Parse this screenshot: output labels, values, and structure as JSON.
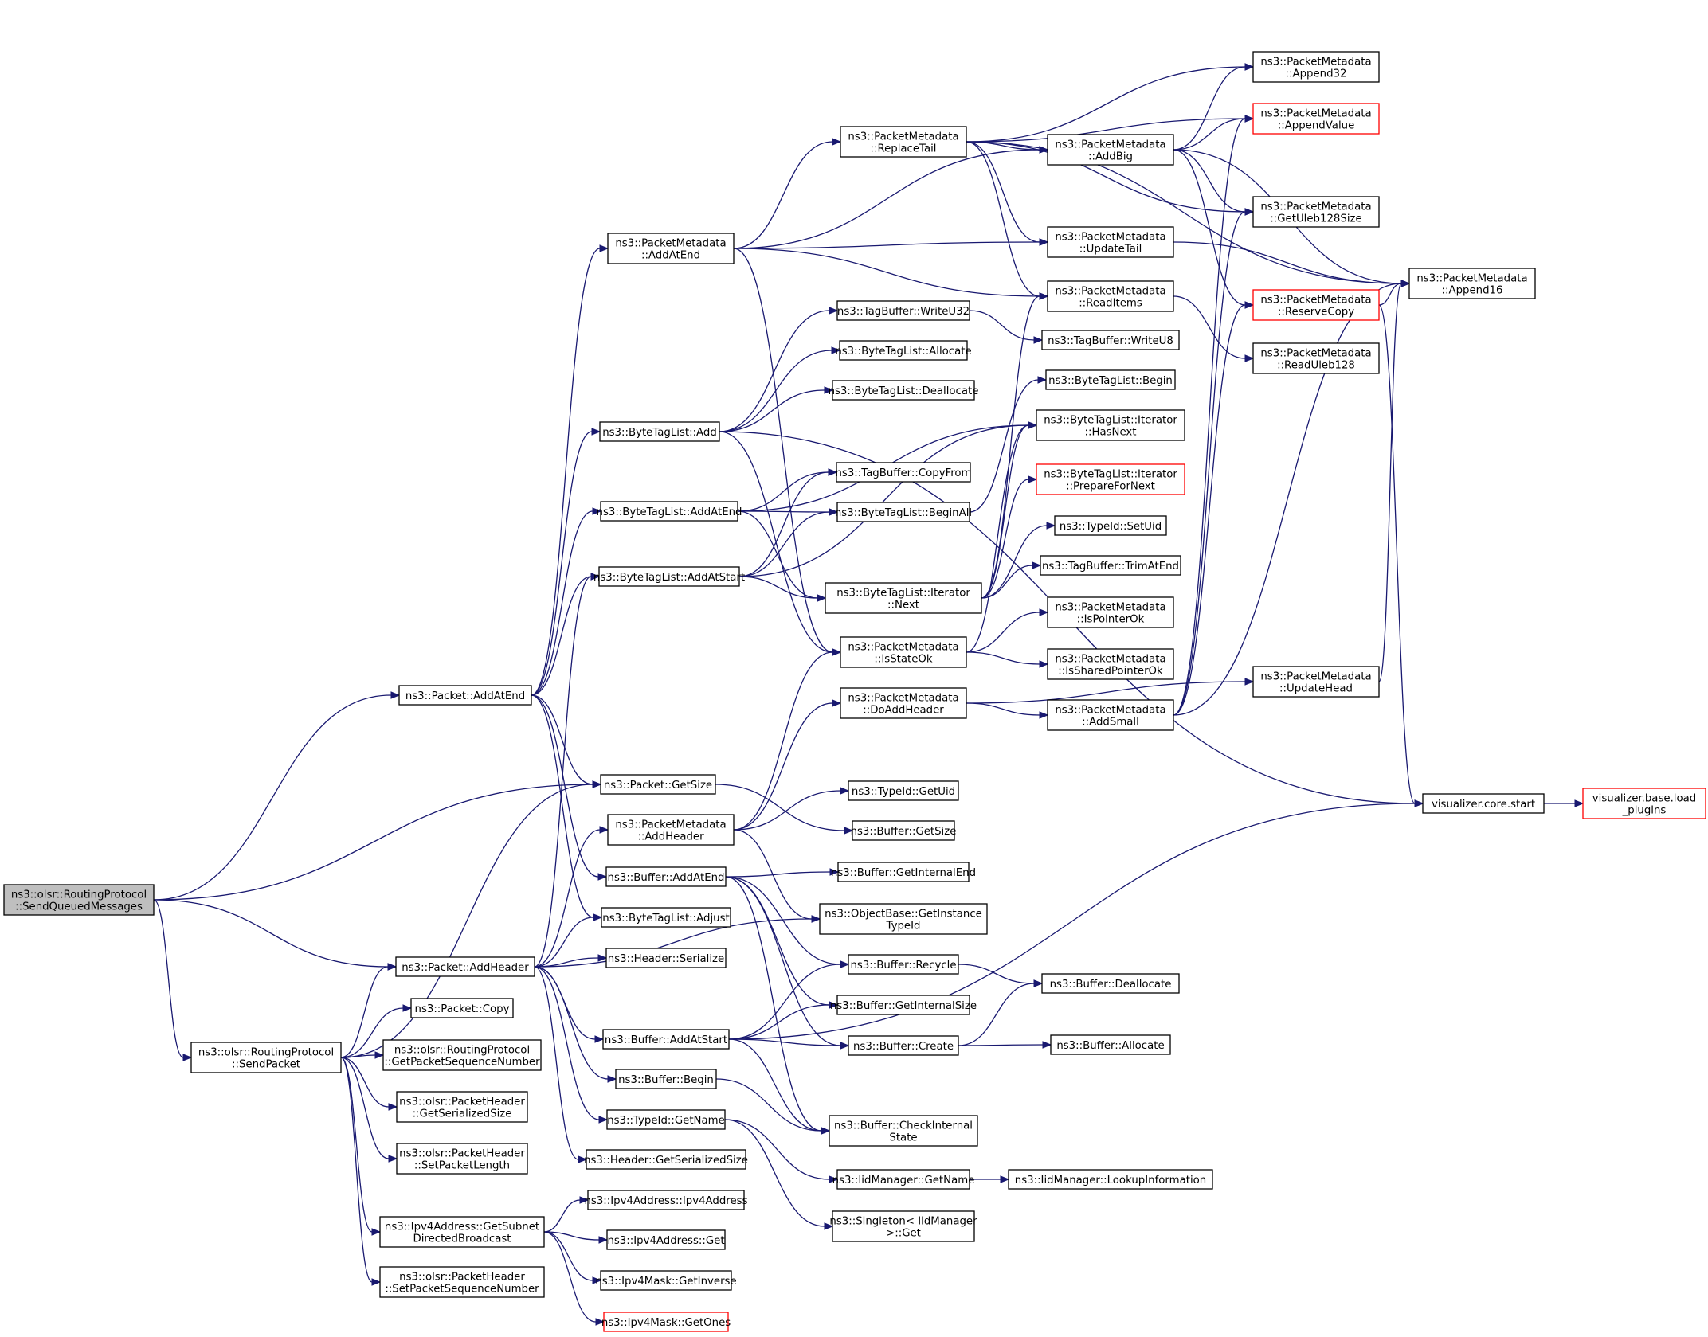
{
  "nodes": [
    {
      "id": "root",
      "lines": [
        "ns3::olsr::RoutingProtocol",
        "::SendQueuedMessages"
      ],
      "style": "root"
    },
    {
      "id": "sendpacket",
      "lines": [
        "ns3::olsr::RoutingProtocol",
        "::SendPacket"
      ],
      "style": "normal"
    },
    {
      "id": "pkt_addatend",
      "lines": [
        "ns3::Packet::AddAtEnd"
      ],
      "style": "normal"
    },
    {
      "id": "pkt_getsize",
      "lines": [
        "ns3::Packet::GetSize"
      ],
      "style": "normal"
    },
    {
      "id": "pkt_addheader",
      "lines": [
        "ns3::Packet::AddHeader"
      ],
      "style": "normal"
    },
    {
      "id": "pkt_copy",
      "lines": [
        "ns3::Packet::Copy"
      ],
      "style": "normal"
    },
    {
      "id": "getpktseq",
      "lines": [
        "ns3::olsr::RoutingProtocol",
        "::GetPacketSequenceNumber"
      ],
      "style": "normal"
    },
    {
      "id": "ph_getser",
      "lines": [
        "ns3::olsr::PacketHeader",
        "::GetSerializedSize"
      ],
      "style": "normal"
    },
    {
      "id": "ph_setlen",
      "lines": [
        "ns3::olsr::PacketHeader",
        "::SetPacketLength"
      ],
      "style": "normal"
    },
    {
      "id": "ipv4_subnet",
      "lines": [
        "ns3::Ipv4Address::GetSubnet",
        "DirectedBroadcast"
      ],
      "style": "normal"
    },
    {
      "id": "ph_setseq",
      "lines": [
        "ns3::olsr::PacketHeader",
        "::SetPacketSequenceNumber"
      ],
      "style": "normal"
    },
    {
      "id": "pm_addatend",
      "lines": [
        "ns3::PacketMetadata",
        "::AddAtEnd"
      ],
      "style": "normal"
    },
    {
      "id": "btl_add",
      "lines": [
        "ns3::ByteTagList::Add"
      ],
      "style": "normal"
    },
    {
      "id": "btl_addatend",
      "lines": [
        "ns3::ByteTagList::AddAtEnd"
      ],
      "style": "normal"
    },
    {
      "id": "btl_addatstart",
      "lines": [
        "ns3::ByteTagList::AddAtStart"
      ],
      "style": "normal"
    },
    {
      "id": "pm_addheader",
      "lines": [
        "ns3::PacketMetadata",
        "::AddHeader"
      ],
      "style": "normal"
    },
    {
      "id": "buf_addatend",
      "lines": [
        "ns3::Buffer::AddAtEnd"
      ],
      "style": "normal"
    },
    {
      "id": "btl_adjust",
      "lines": [
        "ns3::ByteTagList::Adjust"
      ],
      "style": "normal"
    },
    {
      "id": "hdr_serialize",
      "lines": [
        "ns3::Header::Serialize"
      ],
      "style": "normal"
    },
    {
      "id": "buf_addatstart",
      "lines": [
        "ns3::Buffer::AddAtStart"
      ],
      "style": "normal"
    },
    {
      "id": "buf_begin",
      "lines": [
        "ns3::Buffer::Begin"
      ],
      "style": "normal"
    },
    {
      "id": "typeid_getname",
      "lines": [
        "ns3::TypeId::GetName"
      ],
      "style": "normal"
    },
    {
      "id": "hdr_getser",
      "lines": [
        "ns3::Header::GetSerializedSize"
      ],
      "style": "normal"
    },
    {
      "id": "ipv4_ctor",
      "lines": [
        "ns3::Ipv4Address::Ipv4Address"
      ],
      "style": "normal"
    },
    {
      "id": "ipv4_get",
      "lines": [
        "ns3::Ipv4Address::Get"
      ],
      "style": "normal"
    },
    {
      "id": "mask_inverse",
      "lines": [
        "ns3::Ipv4Mask::GetInverse"
      ],
      "style": "normal"
    },
    {
      "id": "mask_ones",
      "lines": [
        "ns3::Ipv4Mask::GetOnes"
      ],
      "style": "red"
    },
    {
      "id": "pm_replacetail",
      "lines": [
        "ns3::PacketMetadata",
        "::ReplaceTail"
      ],
      "style": "normal"
    },
    {
      "id": "tb_writeu32",
      "lines": [
        "ns3::TagBuffer::WriteU32"
      ],
      "style": "normal"
    },
    {
      "id": "btl_allocate",
      "lines": [
        "ns3::ByteTagList::Allocate"
      ],
      "style": "normal"
    },
    {
      "id": "btl_deallocate",
      "lines": [
        "ns3::ByteTagList::Deallocate"
      ],
      "style": "normal"
    },
    {
      "id": "tb_copyfrom",
      "lines": [
        "ns3::TagBuffer::CopyFrom"
      ],
      "style": "normal"
    },
    {
      "id": "btl_beginall",
      "lines": [
        "ns3::ByteTagList::BeginAll"
      ],
      "style": "normal"
    },
    {
      "id": "btli_next",
      "lines": [
        "ns3::ByteTagList::Iterator",
        "::Next"
      ],
      "style": "normal"
    },
    {
      "id": "pm_isstateok",
      "lines": [
        "ns3::PacketMetadata",
        "::IsStateOk"
      ],
      "style": "normal"
    },
    {
      "id": "pm_doaddheader",
      "lines": [
        "ns3::PacketMetadata",
        "::DoAddHeader"
      ],
      "style": "normal"
    },
    {
      "id": "typeid_getuid",
      "lines": [
        "ns3::TypeId::GetUid"
      ],
      "style": "normal"
    },
    {
      "id": "buf_getsize",
      "lines": [
        "ns3::Buffer::GetSize"
      ],
      "style": "normal"
    },
    {
      "id": "buf_getinternalend",
      "lines": [
        "ns3::Buffer::GetInternalEnd"
      ],
      "style": "normal"
    },
    {
      "id": "ob_getinstancetypeid",
      "lines": [
        "ns3::ObjectBase::GetInstance",
        "TypeId"
      ],
      "style": "normal"
    },
    {
      "id": "buf_recycle",
      "lines": [
        "ns3::Buffer::Recycle"
      ],
      "style": "normal"
    },
    {
      "id": "buf_getinternalsize",
      "lines": [
        "ns3::Buffer::GetInternalSize"
      ],
      "style": "normal"
    },
    {
      "id": "buf_create",
      "lines": [
        "ns3::Buffer::Create"
      ],
      "style": "normal"
    },
    {
      "id": "buf_checkinternal",
      "lines": [
        "ns3::Buffer::CheckInternal",
        "State"
      ],
      "style": "normal"
    },
    {
      "id": "iid_getname",
      "lines": [
        "ns3::IidManager::GetName"
      ],
      "style": "normal"
    },
    {
      "id": "singleton_get",
      "lines": [
        "ns3::Singleton< IidManager",
        ">::Get"
      ],
      "style": "normal"
    },
    {
      "id": "pm_addbig",
      "lines": [
        "ns3::PacketMetadata",
        "::AddBig"
      ],
      "style": "normal"
    },
    {
      "id": "pm_updatetail",
      "lines": [
        "ns3::PacketMetadata",
        "::UpdateTail"
      ],
      "style": "normal"
    },
    {
      "id": "pm_readitems",
      "lines": [
        "ns3::PacketMetadata",
        "::ReadItems"
      ],
      "style": "normal"
    },
    {
      "id": "tb_writeu8",
      "lines": [
        "ns3::TagBuffer::WriteU8"
      ],
      "style": "normal"
    },
    {
      "id": "btl_begin",
      "lines": [
        "ns3::ByteTagList::Begin"
      ],
      "style": "normal"
    },
    {
      "id": "btli_hasnext",
      "lines": [
        "ns3::ByteTagList::Iterator",
        "::HasNext"
      ],
      "style": "normal"
    },
    {
      "id": "btli_preparefornext",
      "lines": [
        "ns3::ByteTagList::Iterator",
        "::PrepareForNext"
      ],
      "style": "red"
    },
    {
      "id": "typeid_setuid",
      "lines": [
        "ns3::TypeId::SetUid"
      ],
      "style": "normal"
    },
    {
      "id": "tb_trimatend",
      "lines": [
        "ns3::TagBuffer::TrimAtEnd"
      ],
      "style": "normal"
    },
    {
      "id": "pm_ispointerok",
      "lines": [
        "ns3::PacketMetadata",
        "::IsPointerOk"
      ],
      "style": "normal"
    },
    {
      "id": "pm_issharedpointerok",
      "lines": [
        "ns3::PacketMetadata",
        "::IsSharedPointerOk"
      ],
      "style": "normal"
    },
    {
      "id": "pm_addsmall",
      "lines": [
        "ns3::PacketMetadata",
        "::AddSmall"
      ],
      "style": "normal"
    },
    {
      "id": "buf_deallocate",
      "lines": [
        "ns3::Buffer::Deallocate"
      ],
      "style": "normal"
    },
    {
      "id": "buf_allocate",
      "lines": [
        "ns3::Buffer::Allocate"
      ],
      "style": "normal"
    },
    {
      "id": "iid_lookup",
      "lines": [
        "ns3::IidManager::LookupInformation"
      ],
      "style": "normal"
    },
    {
      "id": "pm_append32",
      "lines": [
        "ns3::PacketMetadata",
        "::Append32"
      ],
      "style": "normal"
    },
    {
      "id": "pm_appendvalue",
      "lines": [
        "ns3::PacketMetadata",
        "::AppendValue"
      ],
      "style": "red"
    },
    {
      "id": "pm_getuleb",
      "lines": [
        "ns3::PacketMetadata",
        "::GetUleb128Size"
      ],
      "style": "normal"
    },
    {
      "id": "pm_reservecopy",
      "lines": [
        "ns3::PacketMetadata",
        "::ReserveCopy"
      ],
      "style": "red"
    },
    {
      "id": "pm_readuleb",
      "lines": [
        "ns3::PacketMetadata",
        "::ReadUleb128"
      ],
      "style": "normal"
    },
    {
      "id": "pm_updatehead",
      "lines": [
        "ns3::PacketMetadata",
        "::UpdateHead"
      ],
      "style": "normal"
    },
    {
      "id": "pm_append16",
      "lines": [
        "ns3::PacketMetadata",
        "::Append16"
      ],
      "style": "normal"
    },
    {
      "id": "vis_start",
      "lines": [
        "visualizer.core.start"
      ],
      "style": "normal"
    },
    {
      "id": "vis_load",
      "lines": [
        "visualizer.base.load",
        "_plugins"
      ],
      "style": "red"
    }
  ],
  "edges": [
    [
      "root",
      "pkt_addatend"
    ],
    [
      "root",
      "pkt_getsize"
    ],
    [
      "root",
      "pkt_addheader"
    ],
    [
      "root",
      "sendpacket"
    ],
    [
      "sendpacket",
      "pkt_getsize"
    ],
    [
      "sendpacket",
      "pkt_addheader"
    ],
    [
      "sendpacket",
      "pkt_copy"
    ],
    [
      "sendpacket",
      "getpktseq"
    ],
    [
      "sendpacket",
      "ph_getser"
    ],
    [
      "sendpacket",
      "ph_setlen"
    ],
    [
      "sendpacket",
      "ipv4_subnet"
    ],
    [
      "sendpacket",
      "ph_setseq"
    ],
    [
      "pkt_addatend",
      "pm_addatend"
    ],
    [
      "pkt_addatend",
      "btl_add"
    ],
    [
      "pkt_addatend",
      "btl_addatend"
    ],
    [
      "pkt_addatend",
      "btl_addatstart"
    ],
    [
      "pkt_addatend",
      "pkt_getsize"
    ],
    [
      "pkt_addatend",
      "buf_addatend"
    ],
    [
      "pkt_addatend",
      "btl_adjust"
    ],
    [
      "pkt_getsize",
      "buf_getsize"
    ],
    [
      "pkt_addheader",
      "btl_addatstart"
    ],
    [
      "pkt_addheader",
      "pm_addheader"
    ],
    [
      "pkt_addheader",
      "btl_adjust"
    ],
    [
      "pkt_addheader",
      "hdr_serialize"
    ],
    [
      "pkt_addheader",
      "buf_addatstart"
    ],
    [
      "pkt_addheader",
      "buf_begin"
    ],
    [
      "pkt_addheader",
      "typeid_getname"
    ],
    [
      "pkt_addheader",
      "hdr_getser"
    ],
    [
      "pkt_addheader",
      "ob_getinstancetypeid"
    ],
    [
      "ipv4_subnet",
      "ipv4_ctor"
    ],
    [
      "ipv4_subnet",
      "ipv4_get"
    ],
    [
      "ipv4_subnet",
      "mask_inverse"
    ],
    [
      "ipv4_subnet",
      "mask_ones"
    ],
    [
      "pm_addatend",
      "pm_replacetail"
    ],
    [
      "pm_addatend",
      "pm_addbig"
    ],
    [
      "pm_addatend",
      "pm_updatetail"
    ],
    [
      "pm_addatend",
      "pm_readitems"
    ],
    [
      "pm_addatend",
      "pm_isstateok"
    ],
    [
      "pm_replacetail",
      "pm_append16"
    ],
    [
      "pm_replacetail",
      "pm_append32"
    ],
    [
      "pm_replacetail",
      "pm_appendvalue"
    ],
    [
      "pm_replacetail",
      "pm_addbig"
    ],
    [
      "pm_replacetail",
      "pm_getuleb"
    ],
    [
      "pm_replacetail",
      "pm_updatetail"
    ],
    [
      "pm_replacetail",
      "pm_readitems"
    ],
    [
      "pm_addbig",
      "pm_append32"
    ],
    [
      "pm_addbig",
      "pm_appendvalue"
    ],
    [
      "pm_addbig",
      "pm_getuleb"
    ],
    [
      "pm_addbig",
      "pm_append16"
    ],
    [
      "pm_addbig",
      "pm_reservecopy"
    ],
    [
      "pm_updatetail",
      "pm_append16"
    ],
    [
      "pm_readitems",
      "pm_readuleb"
    ],
    [
      "pm_reservecopy",
      "pm_append16"
    ],
    [
      "pm_reservecopy",
      "vis_start"
    ],
    [
      "btl_add",
      "tb_writeu32"
    ],
    [
      "btl_add",
      "btl_allocate"
    ],
    [
      "btl_add",
      "btl_deallocate"
    ],
    [
      "btl_add",
      "pm_isstateok"
    ],
    [
      "btl_add",
      "vis_start"
    ],
    [
      "tb_writeu32",
      "tb_writeu8"
    ],
    [
      "btl_addatend",
      "tb_copyfrom"
    ],
    [
      "btl_addatend",
      "btl_beginall"
    ],
    [
      "btl_addatend",
      "btli_next"
    ],
    [
      "btl_addatend",
      "btli_hasnext"
    ],
    [
      "btl_addatstart",
      "tb_copyfrom"
    ],
    [
      "btl_addatstart",
      "btl_beginall"
    ],
    [
      "btl_addatstart",
      "btli_next"
    ],
    [
      "btl_addatstart",
      "btli_hasnext"
    ],
    [
      "btl_beginall",
      "btl_begin"
    ],
    [
      "btli_next",
      "btli_hasnext"
    ],
    [
      "btli_next",
      "btli_preparefornext"
    ],
    [
      "btli_next",
      "typeid_setuid"
    ],
    [
      "btli_next",
      "tb_trimatend"
    ],
    [
      "btli_next",
      "pm_readitems"
    ],
    [
      "pm_isstateok",
      "pm_ispointerok"
    ],
    [
      "pm_isstateok",
      "pm_issharedpointerok"
    ],
    [
      "pm_isstateok",
      "btli_hasnext"
    ],
    [
      "pm_addheader",
      "pm_doaddheader"
    ],
    [
      "pm_addheader",
      "typeid_getuid"
    ],
    [
      "pm_addheader",
      "ob_getinstancetypeid"
    ],
    [
      "pm_addheader",
      "pm_isstateok"
    ],
    [
      "pm_doaddheader",
      "pm_addsmall"
    ],
    [
      "pm_doaddheader",
      "pm_updatehead"
    ],
    [
      "pm_addsmall",
      "pm_append16"
    ],
    [
      "pm_addsmall",
      "pm_getuleb"
    ],
    [
      "pm_addsmall",
      "pm_appendvalue"
    ],
    [
      "pm_addsmall",
      "pm_reservecopy"
    ],
    [
      "pm_updatehead",
      "pm_append16"
    ],
    [
      "buf_addatend",
      "buf_getinternalend"
    ],
    [
      "buf_addatend",
      "buf_recycle"
    ],
    [
      "buf_addatend",
      "buf_getinternalsize"
    ],
    [
      "buf_addatend",
      "buf_create"
    ],
    [
      "buf_addatend",
      "buf_checkinternal"
    ],
    [
      "buf_addatstart",
      "buf_recycle"
    ],
    [
      "buf_addatstart",
      "buf_getinternalsize"
    ],
    [
      "buf_addatstart",
      "buf_create"
    ],
    [
      "buf_addatstart",
      "buf_checkinternal"
    ],
    [
      "buf_addatstart",
      "vis_start"
    ],
    [
      "buf_begin",
      "buf_checkinternal"
    ],
    [
      "buf_recycle",
      "buf_deallocate"
    ],
    [
      "buf_create",
      "buf_deallocate"
    ],
    [
      "buf_create",
      "buf_allocate"
    ],
    [
      "typeid_getname",
      "iid_getname"
    ],
    [
      "typeid_getname",
      "singleton_get"
    ],
    [
      "iid_getname",
      "iid_lookup"
    ],
    [
      "vis_start",
      "vis_load"
    ]
  ]
}
